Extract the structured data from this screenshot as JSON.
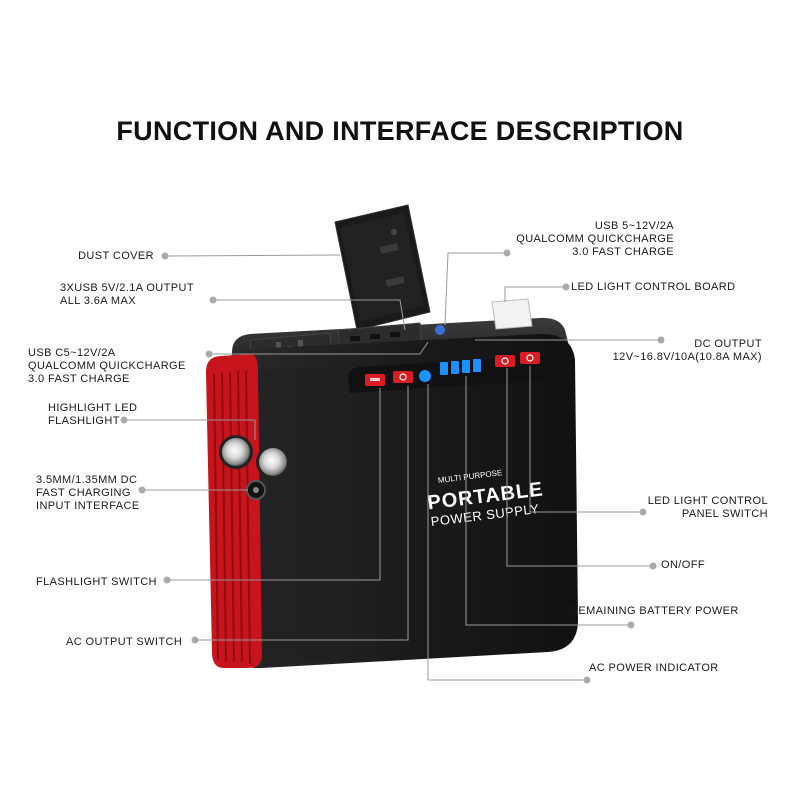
{
  "title": "FUNCTION AND INTERFACE DESCRIPTION",
  "device": {
    "brand_line": "MULTI PURPOSE",
    "name_line1": "PORTABLE",
    "name_line2": "POWER SUPPLY"
  },
  "callouts": {
    "dust_cover": "DUST COVER",
    "usb_output": [
      "3XUSB 5V/2.1A OUTPUT",
      "ALL 3.6A MAX"
    ],
    "usb_c": [
      "USB C5~12V/2A",
      "QUALCOMM QUICKCHARGE",
      "3.0 FAST CHARGE"
    ],
    "highlight_led": [
      "HIGHLIGHT LED",
      "FLASHLIGHT"
    ],
    "dc_input": [
      "3.5MM/1.35MM DC",
      "FAST CHARGING",
      "INPUT INTERFACE"
    ],
    "flashlight_switch": "FLASHLIGHT SWITCH",
    "ac_output_switch": "AC OUTPUT SWITCH",
    "usb_qc_right": [
      "USB 5~12V/2A",
      "QUALCOMM QUICKCHARGE",
      "3.0 FAST CHARGE"
    ],
    "led_board": "LED LIGHT CONTROL BOARD",
    "dc_output": [
      "DC OUTPUT",
      "12V~16.8V/10A(10.8A MAX)"
    ],
    "led_panel_switch": [
      "LED LIGHT CONTROL",
      "PANEL SWITCH"
    ],
    "on_off": "ON/OFF",
    "battery": "REMAINING BATTERY POWER",
    "ac_indicator": "AC POWER INDICATOR"
  },
  "colors": {
    "body": "#1c1c1e",
    "side_red": "#c8141c",
    "button_red": "#d81e24",
    "indicator_blue": "#1e90ff",
    "leader": "#999999"
  }
}
